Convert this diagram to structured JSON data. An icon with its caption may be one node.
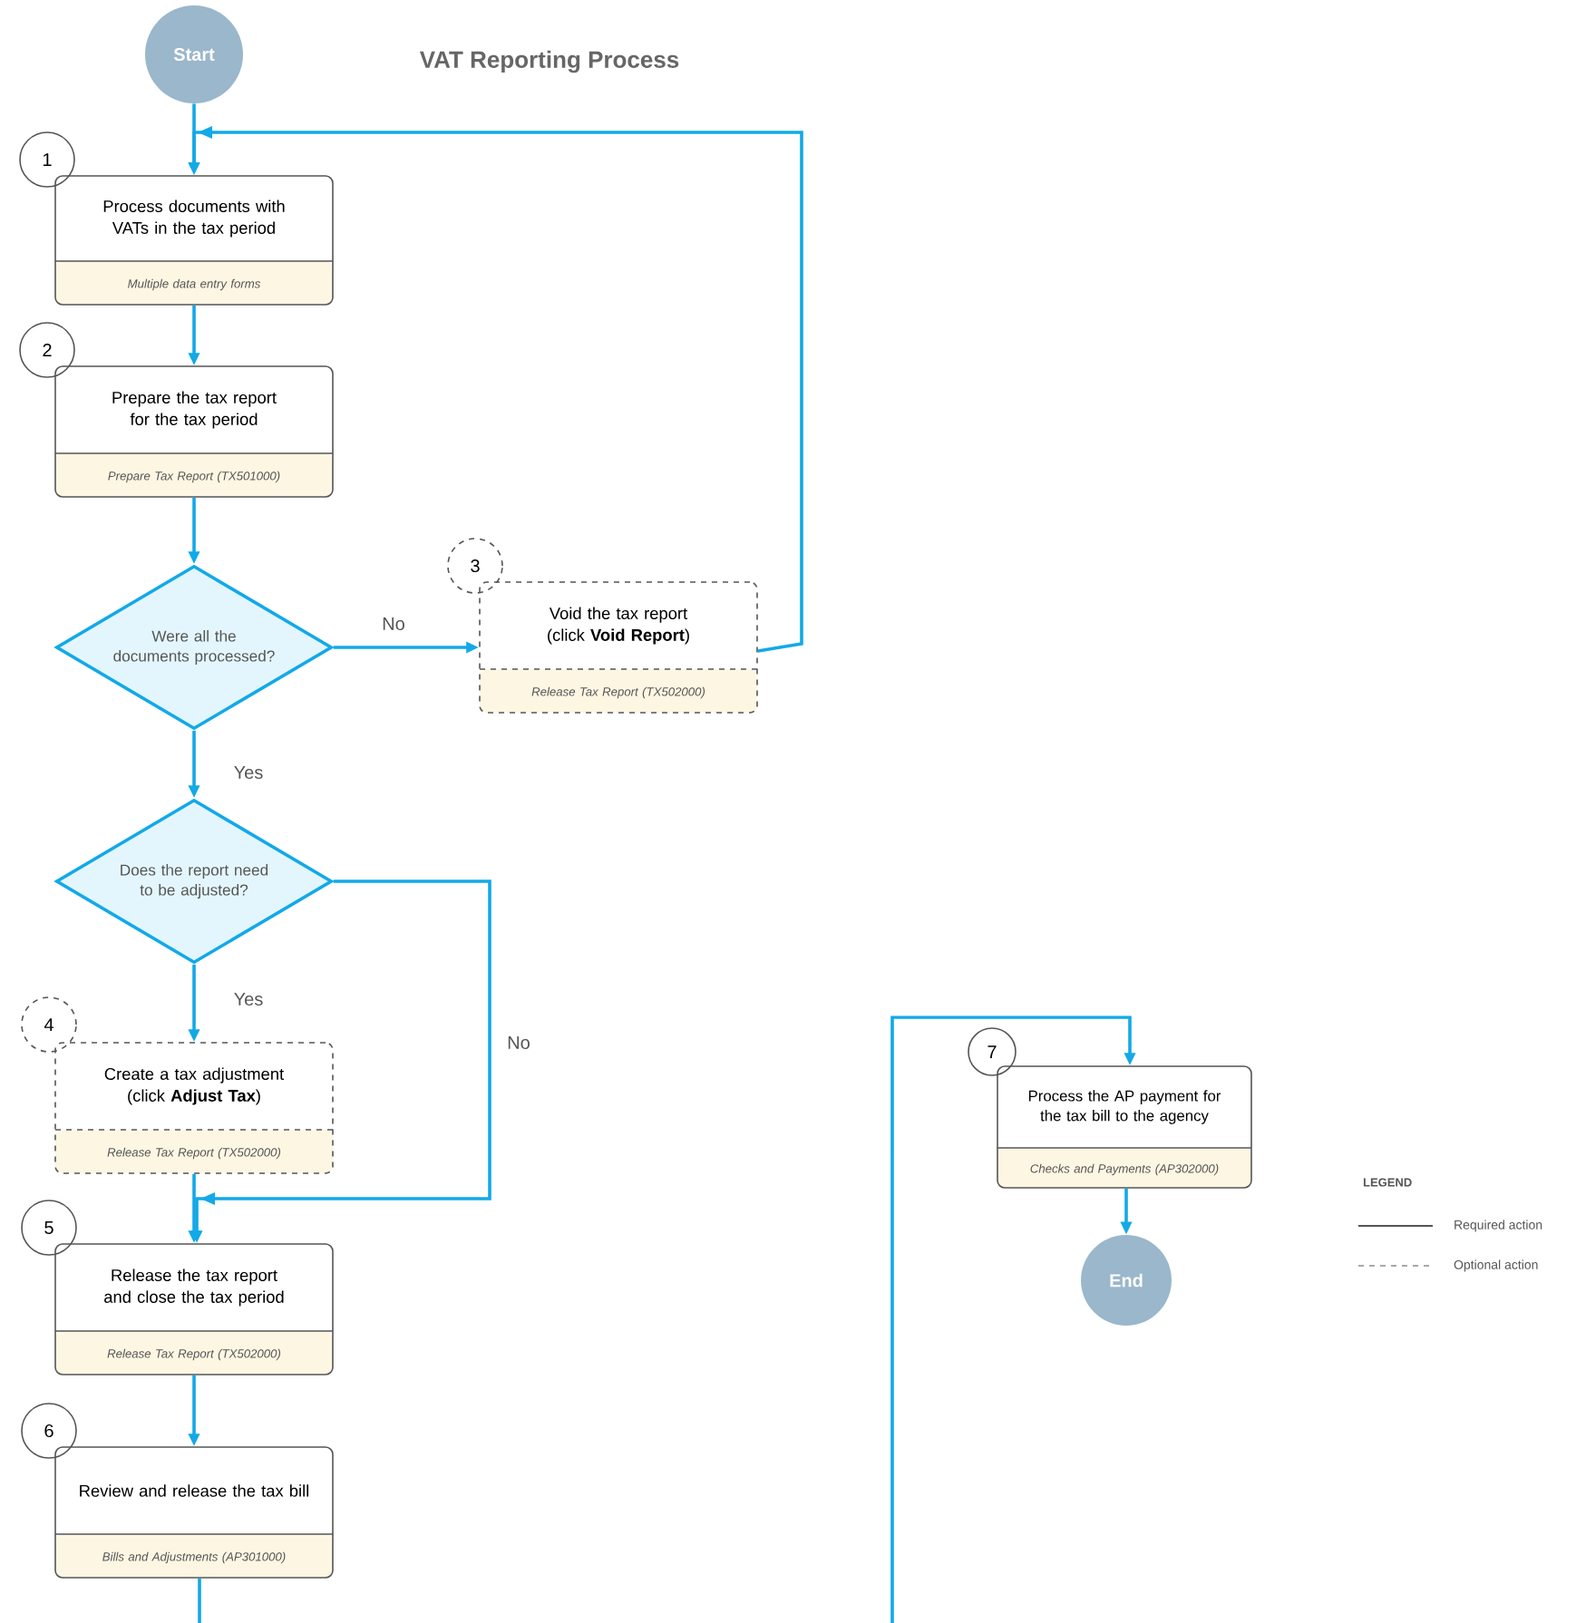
{
  "diagram": {
    "title": "VAT Reporting Process",
    "nodes": [
      {
        "text": [
          "Start"
        ]
      },
      {
        "text": [
          "1"
        ]
      },
      {
        "text": [
          "Process documents with VATs in the tax period",
          "Multiple data entry forms"
        ]
      },
      {
        "text": [
          "2"
        ]
      },
      {
        "text": [
          "Prepare the tax report for the tax period",
          "Prepare Tax Report (TX501000)"
        ]
      },
      {
        "text": [
          "Were all the documents processed?"
        ]
      },
      {
        "text": [
          "3"
        ]
      },
      {
        "text": [
          "Void the tax report (click **Void Report**)",
          "Release Tax Report (TX502000)"
        ]
      },
      {
        "text": [
          "Does the report need to be adjusted?"
        ]
      },
      {
        "text": [
          "4"
        ]
      },
      {
        "text": [
          "Create a tax adjustment (click **Adjust Tax**)",
          "Release Tax Report (TX502000)"
        ]
      },
      {
        "text": [
          "5"
        ]
      },
      {
        "text": [
          "Release the tax report and close the tax period",
          "Release Tax Report (TX502000)"
        ]
      },
      {
        "text": [
          "6"
        ]
      },
      {
        "text": [
          "Review and release the tax bill",
          "Bills and Adjustments (AP301000)"
        ]
      },
      {
        "text": [
          "7"
        ]
      },
      {
        "text": [
          "Process the AP payment for the tax bill to the agency",
          "Checks and Payments (AP302000)"
        ]
      },
      {
        "text": [
          "End"
        ]
      }
    ],
    "edges": [
      {
        "from": 0,
        "to": 2,
        "arrow": "to"
      },
      {
        "from": 2,
        "to": 4,
        "arrow": "to"
      },
      {
        "from": 4,
        "to": 5,
        "arrow": "to"
      },
      {
        "from": 5,
        "to": 7,
        "arrow": "to",
        "label": "No"
      },
      {
        "from": 7,
        "to": 2,
        "arrow": "to"
      },
      {
        "from": 5,
        "to": 8,
        "arrow": "to",
        "label": "Yes"
      },
      {
        "from": 8,
        "to": 10,
        "arrow": "to",
        "label": "Yes"
      },
      {
        "from": 8,
        "to": 12,
        "arrow": "to",
        "label": "No"
      },
      {
        "from": 10,
        "to": 12,
        "arrow": "to"
      },
      {
        "from": 12,
        "to": 14,
        "arrow": "to"
      },
      {
        "from": 14,
        "to": 16,
        "arrow": "to"
      },
      {
        "from": 16,
        "to": 17,
        "arrow": "to"
      }
    ],
    "labels": [
      "LEGEND"
    ],
    "legend": [
      {
        "text": "Required action"
      },
      {
        "text": "Optional action"
      }
    ]
  }
}
